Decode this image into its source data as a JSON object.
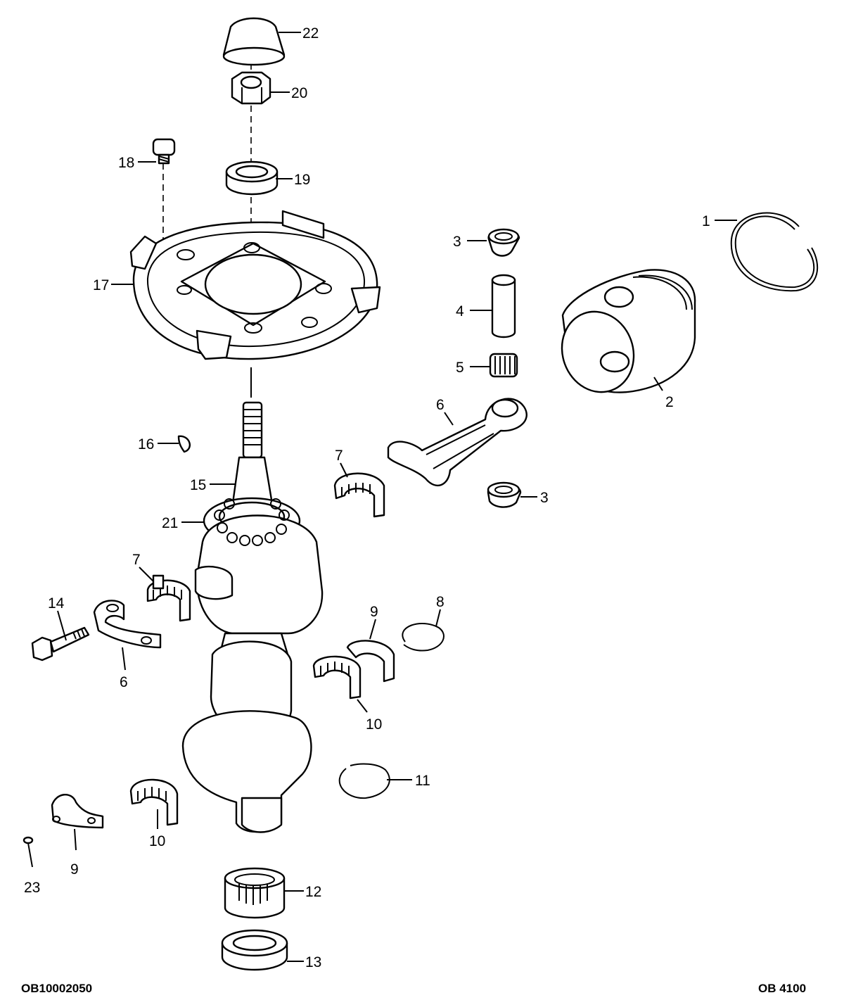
{
  "diagram": {
    "code_left": "OB10002050",
    "code_right": "OB 4100",
    "callouts": [
      {
        "id": "c22a",
        "text": "22"
      },
      {
        "id": "c20",
        "text": "20"
      },
      {
        "id": "c18",
        "text": "18"
      },
      {
        "id": "c19",
        "text": "19"
      },
      {
        "id": "c1",
        "text": "1"
      },
      {
        "id": "c3a",
        "text": "3"
      },
      {
        "id": "c17",
        "text": "17"
      },
      {
        "id": "c4",
        "text": "4"
      },
      {
        "id": "c5",
        "text": "5"
      },
      {
        "id": "c2",
        "text": "2"
      },
      {
        "id": "c6a",
        "text": "6"
      },
      {
        "id": "c16",
        "text": "16"
      },
      {
        "id": "c7a",
        "text": "7"
      },
      {
        "id": "c15",
        "text": "15"
      },
      {
        "id": "c3b",
        "text": "3"
      },
      {
        "id": "c21",
        "text": "21"
      },
      {
        "id": "c7b",
        "text": "7"
      },
      {
        "id": "c14",
        "text": "14"
      },
      {
        "id": "c8",
        "text": "8"
      },
      {
        "id": "c9a",
        "text": "9"
      },
      {
        "id": "c6b",
        "text": "6"
      },
      {
        "id": "c10a",
        "text": "10"
      },
      {
        "id": "c11",
        "text": "11"
      },
      {
        "id": "c10b",
        "text": "10"
      },
      {
        "id": "c9b",
        "text": "9"
      },
      {
        "id": "c23",
        "text": "23"
      },
      {
        "id": "c12",
        "text": "12"
      },
      {
        "id": "c13",
        "text": "13"
      }
    ]
  }
}
